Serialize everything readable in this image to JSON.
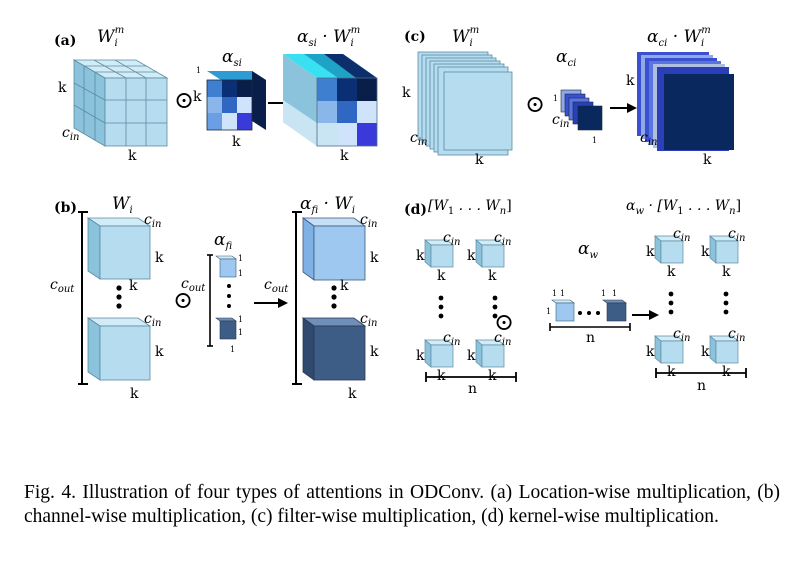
{
  "panels": {
    "a": {
      "tag": "(a)",
      "title_left": "W",
      "title_left_sub": "i",
      "title_left_sup": "m",
      "alpha": "α",
      "alpha_sub": "si",
      "title_right": "α",
      "title_right_sub": "si",
      "title_right_mid": " · W",
      "title_right_sub2": "i",
      "title_right_sup": "m",
      "k": "k",
      "cin": "c",
      "cin_sub": "in",
      "one": "1"
    },
    "b": {
      "tag": "(b)",
      "title_left": "W",
      "title_left_sub": "i",
      "alpha": "α",
      "alpha_sub": "fi",
      "title_right": "α",
      "title_right_sub": "fi",
      "title_right_mid": " · W",
      "title_right_sub2": "i",
      "k": "k",
      "cin": "c",
      "cin_sub": "in",
      "cout": "c",
      "cout_sub": "out",
      "one": "1"
    },
    "c": {
      "tag": "(c)",
      "title_left": "W",
      "title_left_sub": "i",
      "title_left_sup": "m",
      "alpha": "α",
      "alpha_sub": "ci",
      "title_right": "α",
      "title_right_sub": "ci",
      "title_right_mid": " · W",
      "title_right_sub2": "i",
      "title_right_sup": "m",
      "k": "k",
      "cin": "c",
      "cin_sub": "in",
      "one": "1"
    },
    "d": {
      "tag": "(d)",
      "title_left": "[W",
      "title_left_sub1": "1",
      "title_left_mid": " . . . W",
      "title_left_sub2": "n",
      "title_left_end": "]",
      "alpha": "α",
      "alpha_sub": "w",
      "title_right": "α",
      "title_right_sub": "w",
      "title_right_mid": " · [W",
      "title_right_sub1": "1",
      "title_right_mid2": " . . . W",
      "title_right_sub2": "n",
      "title_right_end": "]",
      "k": "k",
      "cin": "c",
      "cin_sub": "in",
      "n": "n",
      "one": "1"
    }
  },
  "operator": "⊙",
  "caption": "Fig. 4.  Illustration of four types of attentions in ODConv. (a) Location-wise multiplication, (b) channel-wise multiplication, (c) filter-wise multiplication, (d) kernel-wise multiplication.",
  "colors": {
    "cube_front": "#b5dcef",
    "cube_top": "#d2ecf7",
    "cube_side": "#8cc3dc",
    "filter_light": "#9fc8f0",
    "filter_dark": "#3e5d86",
    "alpha_cells": [
      "#3f7fd0",
      "#0b2f75",
      "#0a1e4a",
      "#8ab6ea",
      "#2f67c2",
      "#cfe3fb",
      "#6a9fe6",
      "#cfe3fb",
      "#3a3adb"
    ],
    "ci_dark": "#08285e",
    "ci_mid": "#3b50d0",
    "ci_light": "#8fa8e8"
  }
}
